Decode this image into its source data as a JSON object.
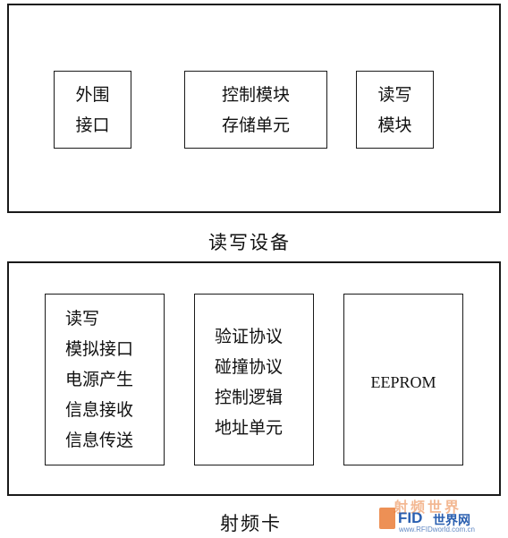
{
  "reader": {
    "caption": "读写设备",
    "modules": [
      {
        "lines": [
          "外围",
          "接口"
        ]
      },
      {
        "lines": [
          "控制模块",
          "存储单元"
        ]
      },
      {
        "lines": [
          "读写",
          "模块"
        ]
      }
    ]
  },
  "card": {
    "caption": "射频卡",
    "modules": [
      {
        "lines": [
          "读写",
          "模拟接口",
          "电源产生",
          "信息接收",
          "信息传送"
        ]
      },
      {
        "lines": [
          "验证协议",
          "碰撞协议",
          "控制逻辑",
          "地址单元"
        ]
      },
      {
        "lines": [
          "EEPROM"
        ]
      }
    ]
  },
  "watermark": {
    "brand_cn": "射频世界",
    "brand_en": "FID",
    "site_cn": "世界网",
    "url": "www.RFIDworld.com.cn"
  },
  "colors": {
    "line": "#1a1a1a",
    "watermark_orange": "#e8742a",
    "watermark_blue": "#2a5fb0"
  }
}
